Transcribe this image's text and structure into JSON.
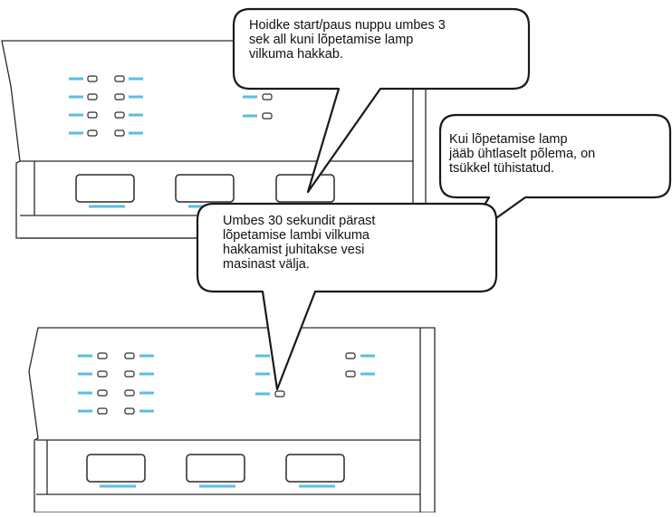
{
  "colors": {
    "outline": "#2a2a2a",
    "indicator": "#5bbde3",
    "background": "#ffffff",
    "bubble_fill": "#ffffff"
  },
  "callouts": {
    "hold_button": {
      "lines": [
        "Hoidke start/paus nuppu umbes 3",
        "sek all kuni lõpetamise lamp",
        "vilkuma hakkab."
      ]
    },
    "steady_lamp": {
      "lines": [
        "Kui lõpetamise lamp",
        "jääb ühtlaselt põlema, on",
        "tsükkel tühistatud."
      ]
    },
    "water_drain": {
      "lines": [
        "Umbes 30 sekundit pärast",
        "lõpetamise lambi vilkuma",
        "hakkamist juhitakse vesi",
        "masinast välja."
      ]
    }
  },
  "panels": [
    {
      "id": "top",
      "highlight": "start-pause-button"
    },
    {
      "id": "bottom",
      "highlight": "finish-lamp"
    }
  ]
}
